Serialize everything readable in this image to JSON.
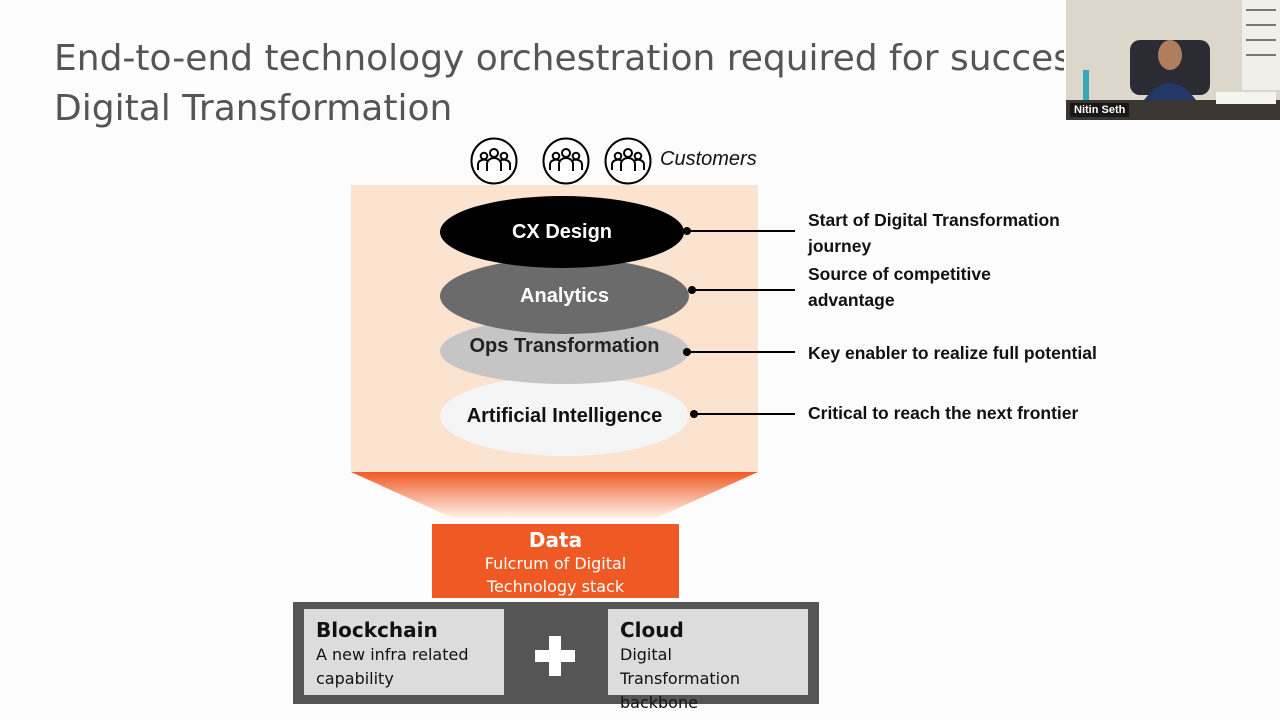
{
  "title": {
    "line1": "End-to-end technology orchestration required for successf",
    "line2": "Digital Transformation"
  },
  "customers": {
    "label": "Customers",
    "icons": [
      "customers-group-icon",
      "customers-group-icon",
      "customers-group-icon"
    ]
  },
  "layers": [
    {
      "label": "CX Design",
      "description": "Start of Digital Transformation\njourney",
      "color": "#000000"
    },
    {
      "label": "Analytics",
      "description": "Source of competitive\nadvantage",
      "color": "#6b6b6b"
    },
    {
      "label": "Ops Transformation",
      "description": "Key enabler to realize full potential",
      "color": "#c5c5c5"
    },
    {
      "label": "Artificial Intelligence",
      "description": "Critical to reach the next frontier",
      "color": "#f5f5f5"
    }
  ],
  "data_block": {
    "title": "Data",
    "subtitle_line1": "Fulcrum of Digital",
    "subtitle_line2": "Technology stack",
    "color": "#ef5a24"
  },
  "foundation": {
    "blockchain": {
      "title": "Blockchain",
      "line1": "A new infra related",
      "line2": "capability"
    },
    "plus_icon": "plus-icon",
    "cloud": {
      "title": "Cloud",
      "line1": "Digital Transformation",
      "line2": "backbone"
    }
  },
  "video": {
    "participant_name": "Nitin Seth"
  },
  "colors": {
    "accent": "#ef5a24",
    "panel": "#fbe3cf",
    "title_text": "#555555"
  }
}
